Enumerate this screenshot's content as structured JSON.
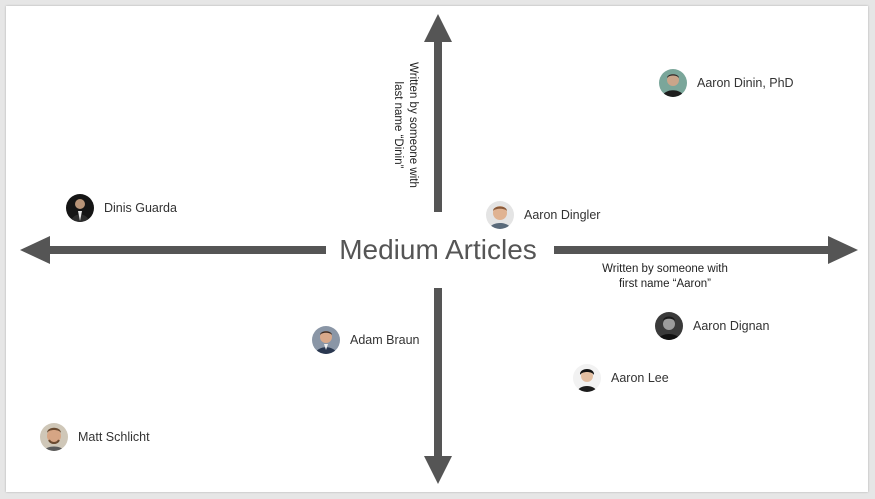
{
  "title": "Medium Articles",
  "x_axis_label": {
    "line1": "Written by someone with",
    "line2": "first name “Aaron”"
  },
  "y_axis_label": {
    "line1": "Written by someone with",
    "line2": "last name “Dinin”"
  },
  "colors": {
    "arrow": "#555555",
    "title": "#555555",
    "background": "#ffffff"
  },
  "authors": [
    {
      "name": "Aaron Dinin, PhD"
    },
    {
      "name": "Dinis Guarda"
    },
    {
      "name": "Aaron Dingler"
    },
    {
      "name": "Aaron Dignan"
    },
    {
      "name": "Adam Braun"
    },
    {
      "name": "Aaron Lee"
    },
    {
      "name": "Matt Schlicht"
    }
  ]
}
